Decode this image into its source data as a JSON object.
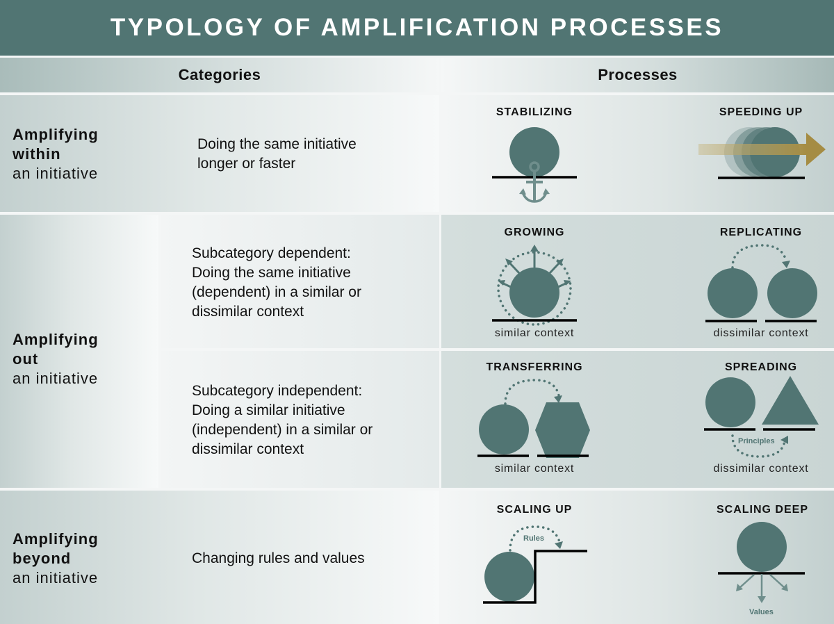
{
  "title": "TYPOLOGY OF AMPLIFICATION PROCESSES",
  "colors": {
    "title_bar": "#517573",
    "shape_fill": "#517573",
    "arrow_gold": "#a58c43",
    "baseline": "#000000"
  },
  "headers": {
    "categories": "Categories",
    "processes": "Processes"
  },
  "rows": [
    {
      "category": {
        "bold": "Amplifying within",
        "bold_line1": "Amplifying",
        "bold_line2": "within",
        "rest": "an initiative"
      },
      "description": [
        "Doing the same initiative",
        "longer or faster"
      ],
      "processes": [
        {
          "name": "STABILIZING",
          "icon": "anchor-icon",
          "context": ""
        },
        {
          "name": "SPEEDING UP",
          "icon": "speed-arrow-icon",
          "context": ""
        }
      ]
    },
    {
      "category": {
        "bold": "Amplifying out",
        "bold_line1": "Amplifying",
        "bold_line2": "out",
        "rest": "an initiative"
      },
      "subcategories": [
        {
          "description": [
            "Subcategory dependent:",
            "Doing the same initiative",
            "(dependent) in a similar or",
            "dissimilar context"
          ],
          "processes": [
            {
              "name": "GROWING",
              "icon": "growing-icon",
              "context": "similar context"
            },
            {
              "name": "REPLICATING",
              "icon": "replicating-icon",
              "context": "dissimilar context"
            }
          ]
        },
        {
          "description": [
            "Subcategory independent:",
            "Doing a similar initiative",
            "(independent) in a similar or",
            "dissimilar context"
          ],
          "processes": [
            {
              "name": "TRANSFERRING",
              "icon": "transferring-icon",
              "context": "similar context"
            },
            {
              "name": "SPREADING",
              "icon": "spreading-icon",
              "context": "dissimilar context",
              "annotation": "Principles"
            }
          ]
        }
      ]
    },
    {
      "category": {
        "bold": "Amplifying beyond",
        "bold_line1": "Amplifying",
        "bold_line2": "beyond",
        "rest": "an initiative"
      },
      "description": [
        "Changing rules and values"
      ],
      "processes": [
        {
          "name": "SCALING UP",
          "icon": "scaling-up-icon",
          "context": "",
          "annotation": "Rules"
        },
        {
          "name": "SCALING DEEP",
          "icon": "scaling-deep-icon",
          "context": "",
          "annotation": "Values"
        }
      ]
    }
  ]
}
